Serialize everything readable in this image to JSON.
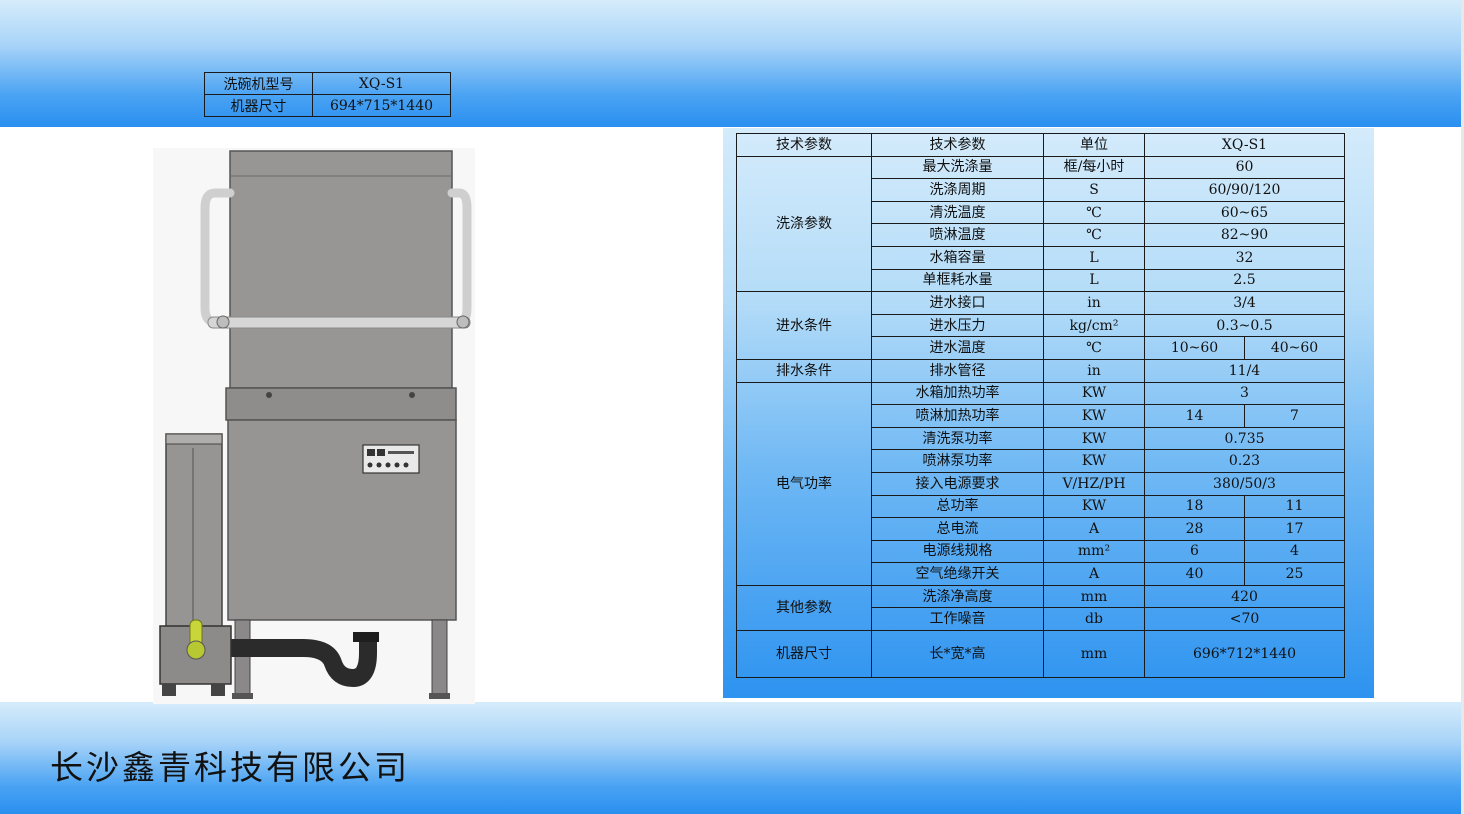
{
  "model_info": {
    "rows": [
      {
        "key": "洗碗机型号",
        "value": "XQ-S1"
      },
      {
        "key": "机器尺寸",
        "value": "694*715*1440"
      }
    ]
  },
  "machine_illustration": {
    "control_panel_icon": "control-panel-icon"
  },
  "spec_table": {
    "header": {
      "c1": "技术参数",
      "c2": "技术参数",
      "c3": "单位",
      "c4": "XQ-S1"
    },
    "groups": [
      {
        "name": "洗涤参数",
        "rows": [
          {
            "param": "最大洗涤量",
            "unit": "框/每小时",
            "values": [
              "60"
            ]
          },
          {
            "param": "洗涤周期",
            "unit": "S",
            "values": [
              "60/90/120"
            ]
          },
          {
            "param": "清洗温度",
            "unit": "℃",
            "values": [
              "60~65"
            ]
          },
          {
            "param": "喷淋温度",
            "unit": "℃",
            "values": [
              "82~90"
            ]
          },
          {
            "param": "水箱容量",
            "unit": "L",
            "values": [
              "32"
            ]
          },
          {
            "param": "单框耗水量",
            "unit": "L",
            "values": [
              "2.5"
            ]
          }
        ]
      },
      {
        "name": "进水条件",
        "rows": [
          {
            "param": "进水接口",
            "unit": "in",
            "values": [
              "3/4"
            ]
          },
          {
            "param": "进水压力",
            "unit": "kg/cm²",
            "values": [
              "0.3~0.5"
            ]
          },
          {
            "param": "进水温度",
            "unit": "℃",
            "values": [
              "10~60",
              "40~60"
            ]
          }
        ]
      },
      {
        "name": "排水条件",
        "rows": [
          {
            "param": "排水管径",
            "unit": "in",
            "values": [
              "11/4"
            ]
          }
        ]
      },
      {
        "name": "电气功率",
        "rows": [
          {
            "param": "水箱加热功率",
            "unit": "KW",
            "values": [
              "3"
            ]
          },
          {
            "param": "喷淋加热功率",
            "unit": "KW",
            "values": [
              "14",
              "7"
            ]
          },
          {
            "param": "清洗泵功率",
            "unit": "KW",
            "values": [
              "0.735"
            ]
          },
          {
            "param": "喷淋泵功率",
            "unit": "KW",
            "values": [
              "0.23"
            ]
          },
          {
            "param": "接入电源要求",
            "unit": "V/HZ/PH",
            "values": [
              "380/50/3"
            ]
          },
          {
            "param": "总功率",
            "unit": "KW",
            "values": [
              "18",
              "11"
            ]
          },
          {
            "param": "总电流",
            "unit": "A",
            "values": [
              "28",
              "17"
            ]
          },
          {
            "param": "电源线规格",
            "unit": "mm²",
            "values": [
              "6",
              "4"
            ]
          },
          {
            "param": "空气绝缘开关",
            "unit": "A",
            "values": [
              "40",
              "25"
            ]
          }
        ]
      },
      {
        "name": "其他参数",
        "rows": [
          {
            "param": "洗涤净高度",
            "unit": "mm",
            "values": [
              "420"
            ]
          },
          {
            "param": "工作噪音",
            "unit": "db",
            "values": [
              "<70"
            ]
          }
        ]
      },
      {
        "name": "机器尺寸",
        "tall": true,
        "rows": [
          {
            "param": "长*宽*高",
            "unit": "mm",
            "values": [
              "696*712*1440"
            ]
          }
        ]
      }
    ]
  },
  "footer": {
    "company": "长沙鑫青科技有限公司"
  },
  "colors": {
    "band_light": "#d6ecfb",
    "band_dark": "#2a8ff0",
    "machine_body": "#9a9896"
  }
}
